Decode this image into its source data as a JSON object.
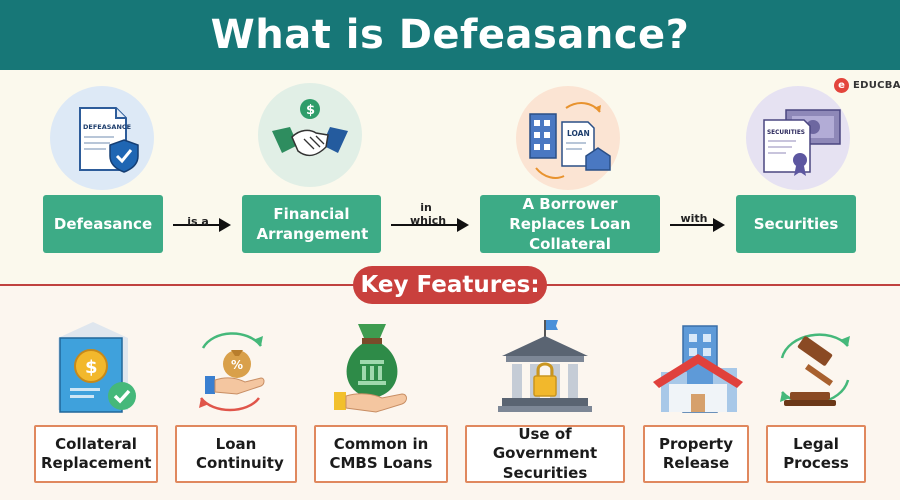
{
  "header": {
    "title": "What is Defeasance?"
  },
  "brand": {
    "mark": "e",
    "name": "EDUCBA"
  },
  "flow": {
    "steps": [
      {
        "label": "Defeasance"
      },
      {
        "label": "Financial Arrangement"
      },
      {
        "label": "A Borrower Replaces Loan Collateral"
      },
      {
        "label": "Securities"
      }
    ],
    "connectors": [
      "is a",
      "in which",
      "with"
    ],
    "icons": {
      "document_title": "DEFEASANCE",
      "money_symbol": "$",
      "loan_doc_title": "LOAN",
      "securities_title": "SECURITIES"
    }
  },
  "features": {
    "title": "Key Features:",
    "items": [
      {
        "label": "Collateral Replacement",
        "icon": "collateral-document-icon"
      },
      {
        "label": "Loan Continuity",
        "icon": "loan-continuity-icon"
      },
      {
        "label": "Common in CMBS Loans",
        "icon": "money-bag-icon"
      },
      {
        "label": "Use of Government Securities",
        "icon": "government-building-icon"
      },
      {
        "label": "Property Release",
        "icon": "property-release-icon"
      },
      {
        "label": "Legal Process",
        "icon": "gavel-icon"
      }
    ],
    "icon_symbols": {
      "dollar": "$",
      "percent": "%"
    }
  },
  "colors": {
    "header": "#177777",
    "flow_box": "#3dab86",
    "accent_red": "#c9403d",
    "feature_border": "#e0885e"
  }
}
